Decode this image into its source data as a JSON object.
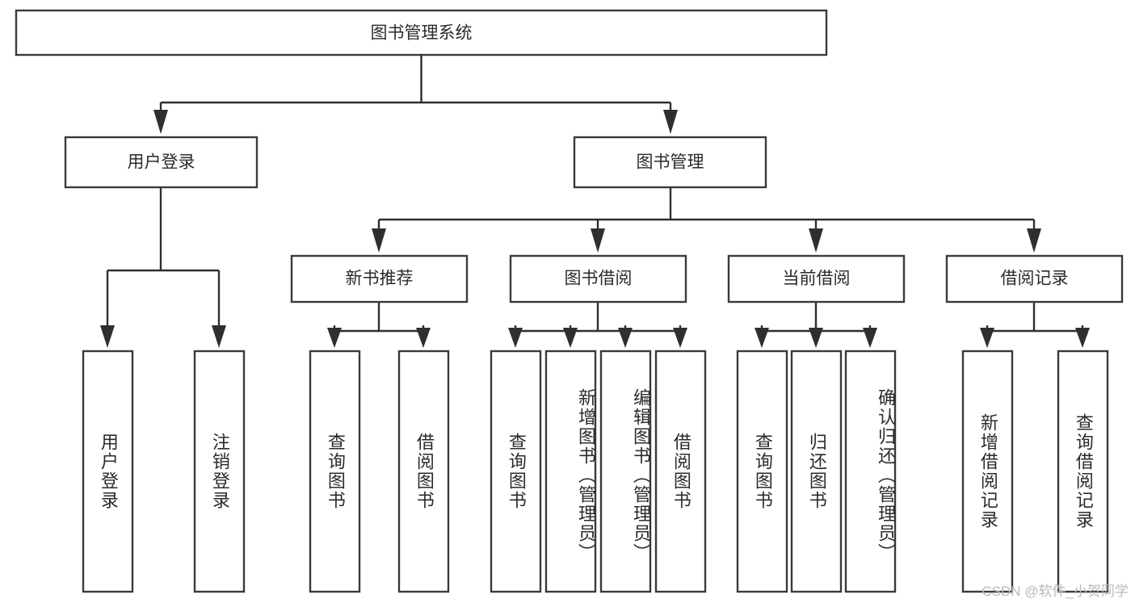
{
  "diagram": {
    "title": "图书管理系统",
    "type": "tree",
    "root": {
      "label": "图书管理系统"
    },
    "level2": [
      {
        "label": "用户登录"
      },
      {
        "label": "图书管理"
      }
    ],
    "level3": [
      {
        "label": "新书推荐"
      },
      {
        "label": "图书借阅"
      },
      {
        "label": "当前借阅"
      },
      {
        "label": "借阅记录"
      }
    ],
    "leaves": {
      "user_login": [
        {
          "label": "用户登录"
        },
        {
          "label": "注销登录"
        }
      ],
      "new_book_recommend": [
        {
          "label": "查询图书"
        },
        {
          "label": "借阅图书"
        }
      ],
      "book_borrow": [
        {
          "label": "查询图书"
        },
        {
          "label": "新增图书（管理员）"
        },
        {
          "label": "编辑图书（管理员）"
        },
        {
          "label": "借阅图书"
        }
      ],
      "current_borrow": [
        {
          "label": "查询图书"
        },
        {
          "label": "归还图书"
        },
        {
          "label": "确认归还（管理员）"
        }
      ],
      "borrow_record": [
        {
          "label": "新增借阅记录"
        },
        {
          "label": "查询借阅记录"
        }
      ]
    }
  },
  "watermark": {
    "text": "CSDN @软件_小贺同学"
  },
  "colors": {
    "box_stroke": "#3a3a3a",
    "connector": "#2f2f2f",
    "text": "#2b2b2b",
    "background": "#ffffff",
    "watermark": "#b9b9b9"
  }
}
